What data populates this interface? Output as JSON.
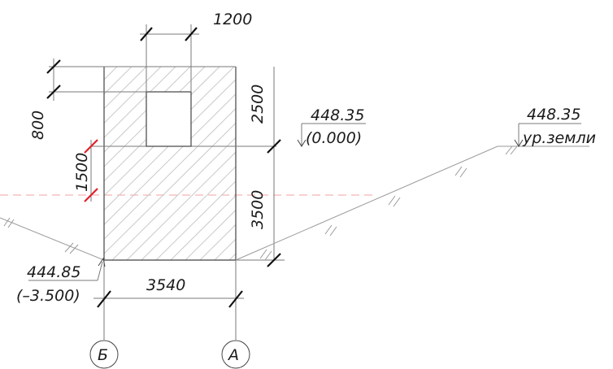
{
  "dimensions": {
    "opening_width": "1200",
    "upper_height": "2500",
    "opening_offset": "800",
    "red_dim": "1500",
    "lower_height": "3500",
    "base_width": "3540"
  },
  "levels": {
    "top_abs": "448.35",
    "top_rel": "(0.000)",
    "ground_abs": "448.35",
    "ground_label": "ур.земли",
    "bottom_abs": "444.85",
    "bottom_rel": "(–3.500)"
  },
  "axes": {
    "left": "Б",
    "right": "А"
  },
  "colors": {
    "accent_red": "#e0202a",
    "line": "#444444"
  }
}
